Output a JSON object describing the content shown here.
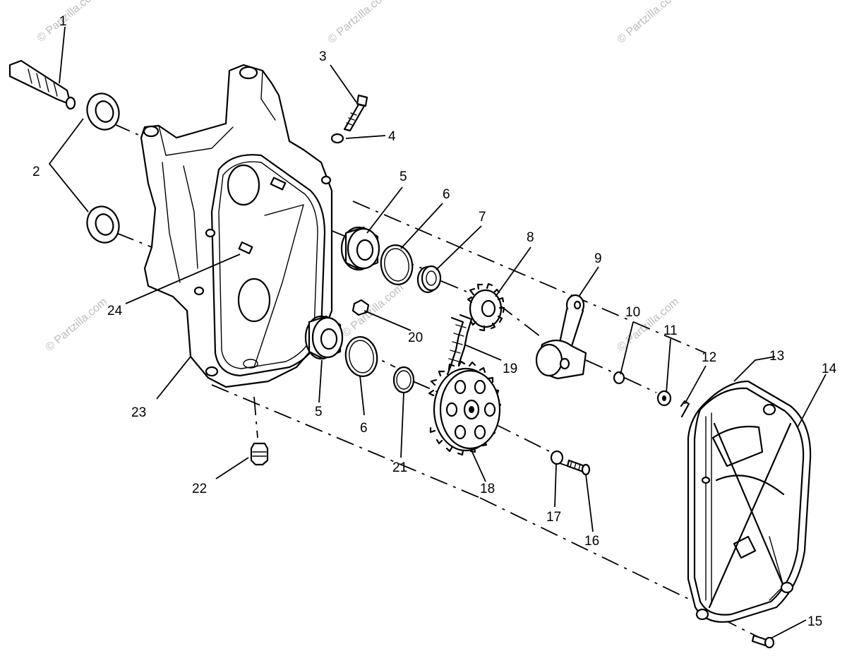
{
  "diagram": {
    "callouts": [
      "1",
      "2",
      "3",
      "4",
      "5",
      "6",
      "7",
      "8",
      "9",
      "10",
      "11",
      "12",
      "13",
      "14",
      "15",
      "16",
      "17",
      "18",
      "19",
      "20",
      "21",
      "22",
      "23",
      "24",
      "5",
      "6"
    ],
    "watermark": "© Partzilla.com"
  }
}
